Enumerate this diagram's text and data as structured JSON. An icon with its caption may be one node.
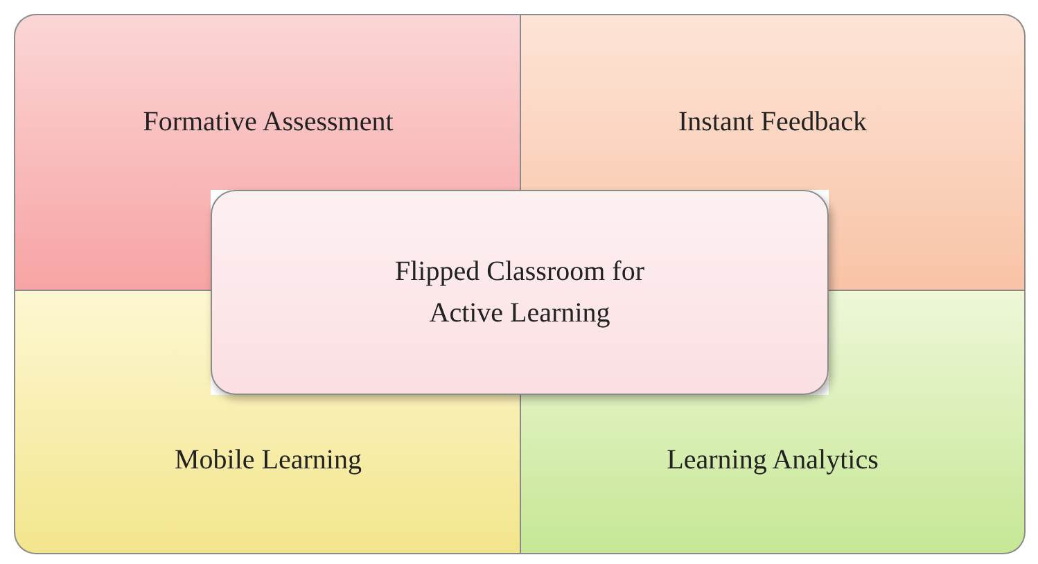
{
  "diagram": {
    "nodes": [
      {
        "text": [
          "Formative Assessment"
        ]
      },
      {
        "text": [
          "Instant Feedback"
        ]
      },
      {
        "text": [
          "Flipped Classroom for Active Learning"
        ]
      },
      {
        "text": [
          "Mobile Learning"
        ]
      },
      {
        "text": [
          "Learning Analytics"
        ]
      }
    ]
  }
}
